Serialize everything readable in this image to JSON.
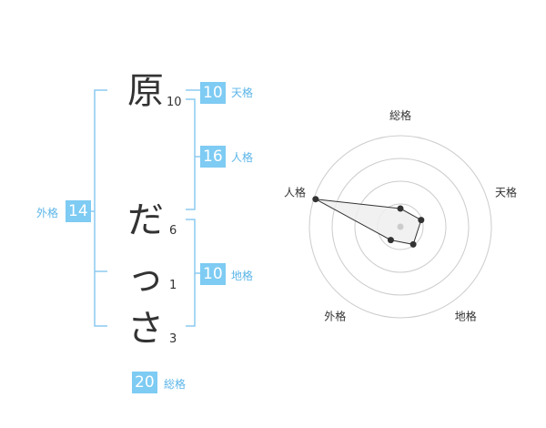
{
  "name": {
    "chars": [
      "原",
      "だ",
      "っ",
      "さ"
    ],
    "strokes": [
      "10",
      "6",
      "1",
      "3"
    ]
  },
  "scores": {
    "tenkaku": {
      "value": "10",
      "label": "天格"
    },
    "jinkaku": {
      "value": "16",
      "label": "人格"
    },
    "chikaku": {
      "value": "10",
      "label": "地格"
    },
    "gaikaku": {
      "value": "14",
      "label": "外格"
    },
    "soukaku": {
      "value": "20",
      "label": "総格"
    }
  },
  "colors": {
    "accent": "#7ecbf3",
    "label_blue": "#5bb5e8",
    "bracket": "#8ccaf0",
    "ring": "#cccccc",
    "polygon_fill": "#eeeeee",
    "polygon_stroke": "#333333"
  },
  "chart_data": {
    "type": "radar",
    "axes": [
      "総格",
      "天格",
      "地格",
      "外格",
      "人格"
    ],
    "values": [
      1.0,
      1.2,
      1.2,
      0.9,
      4.9
    ],
    "range": [
      0,
      5
    ],
    "rings": 4
  }
}
